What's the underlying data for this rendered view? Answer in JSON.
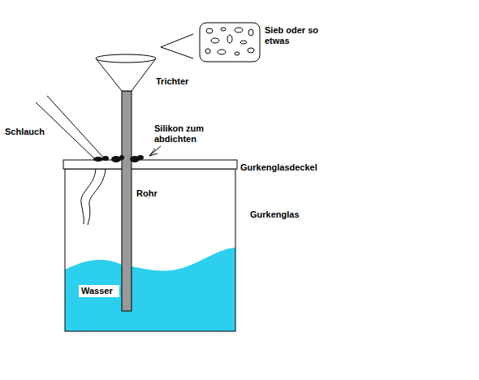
{
  "diagram": {
    "labels": [
      "Sieb oder so etwas",
      "Trichter",
      "Schlauch",
      "Silikon zum abdichten",
      "Gurkenglasdeckel",
      "Rohr",
      "Gurkenglas",
      "Wasser"
    ]
  }
}
